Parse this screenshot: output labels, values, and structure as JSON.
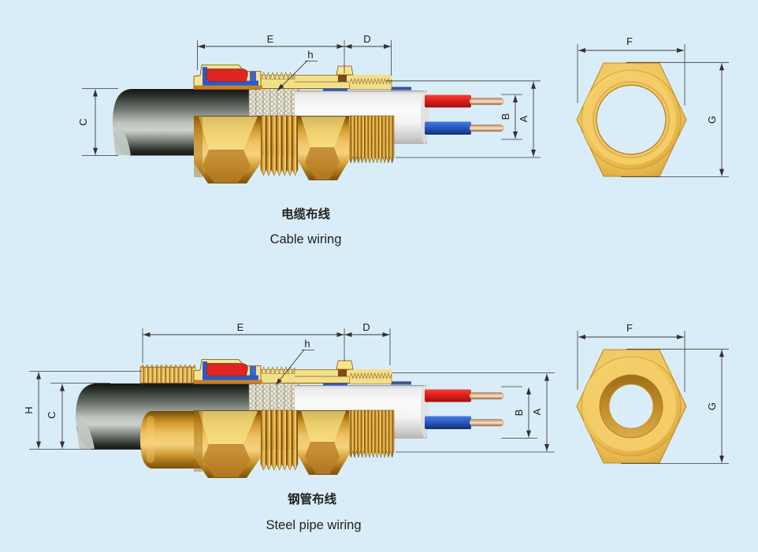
{
  "page": {
    "background": "#d9edf8"
  },
  "colors": {
    "background": "#d9edf8",
    "brass_section_light": "#f2e089",
    "brass_gold": "#e3a93e",
    "seal_red": "#e02324",
    "seal_blue": "#2b59c9",
    "cable_sheath_dark": "#2c312c",
    "inner_sheath_white": "#f6f6f6",
    "copper": "#eec9a4",
    "dimension_line": "#3a3a3a",
    "text": "#1f1f1f"
  },
  "diagrams": [
    {
      "name": "cable-wiring",
      "caption_zh": "电缆布线",
      "caption_en": "Cable wiring",
      "dims": {
        "E": "E",
        "D": "D",
        "h": "h",
        "C": "C",
        "B": "B",
        "A": "A",
        "F": "F",
        "G": "G"
      }
    },
    {
      "name": "steel-pipe-wiring",
      "caption_zh": "钢管布线",
      "caption_en": "Steel pipe wiring",
      "dims": {
        "E": "E",
        "D": "D",
        "h": "h",
        "H": "H",
        "C": "C",
        "B": "B",
        "A": "A",
        "F": "F",
        "G": "G"
      }
    }
  ]
}
